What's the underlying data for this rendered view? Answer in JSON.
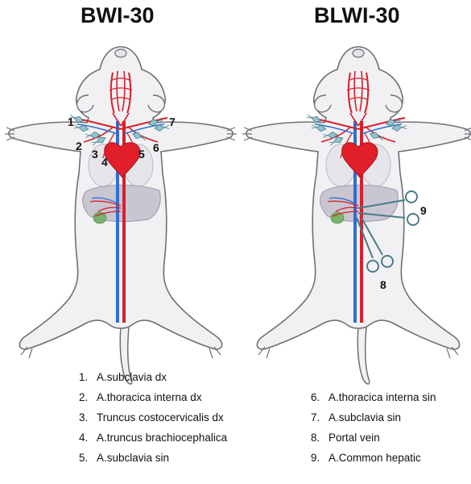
{
  "titles": {
    "left": "BWI-30",
    "right": "BLWI-30"
  },
  "markers_left": [
    "1",
    "2",
    "3",
    "4",
    "5",
    "6",
    "7"
  ],
  "markers_right": [
    "8",
    "9"
  ],
  "legend_left": [
    {
      "num": "1.",
      "label": "A.subclavia dx"
    },
    {
      "num": "2.",
      "label": "A.thoracica interna dx"
    },
    {
      "num": "3.",
      "label": "Truncus costocervicalis dx"
    },
    {
      "num": "4.",
      "label": "A.truncus brachiocephalica"
    },
    {
      "num": "5.",
      "label": "A.subclavia sin"
    }
  ],
  "legend_right": [
    {
      "num": "6.",
      "label": "A.thoracica interna sin"
    },
    {
      "num": "7.",
      "label": "A.subclavia sin"
    },
    {
      "num": "8.",
      "label": "Portal vein"
    },
    {
      "num": "9.",
      "label": "A.Common hepatic"
    }
  ],
  "colors": {
    "body_fill": "#f1f1f3",
    "body_outline": "#6f6f76",
    "artery": "#d7202a",
    "vein": "#2e6fd0",
    "clamp": "#8fc3cf",
    "liver": "#c9c6d2",
    "gallbladder": "#7ab36b"
  }
}
